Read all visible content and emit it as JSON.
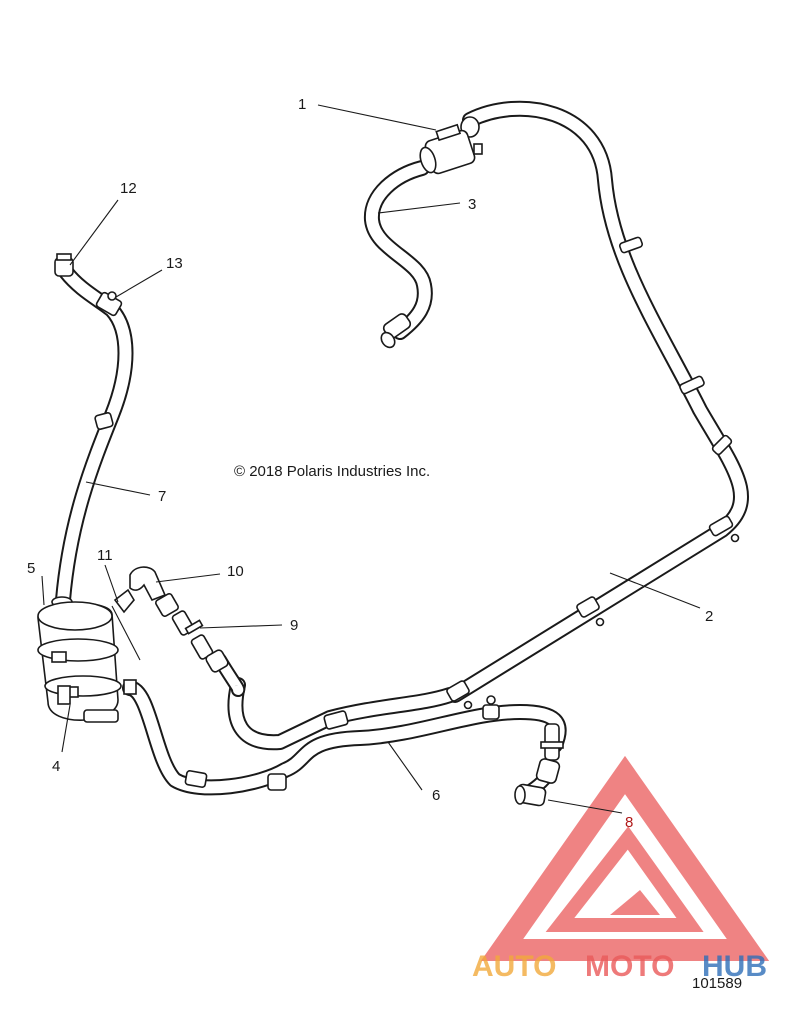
{
  "copyright": "© 2018 Polaris Industries Inc.",
  "diagram_number": "101589",
  "watermark": {
    "brand_part_1": "AUTO",
    "brand_part_2": "MOTO",
    "brand_part_3": "HUB",
    "color_red": "#ea5a5a",
    "color_orange": "#f2a93b",
    "color_blue": "#2f6fb8"
  },
  "callouts": {
    "c1": "1",
    "c2": "2",
    "c3": "3",
    "c4": "4",
    "c5": "5",
    "c6": "6",
    "c7": "7",
    "c8": "8",
    "c9": "9",
    "c10": "10",
    "c11": "11",
    "c12": "12",
    "c13": "13"
  }
}
